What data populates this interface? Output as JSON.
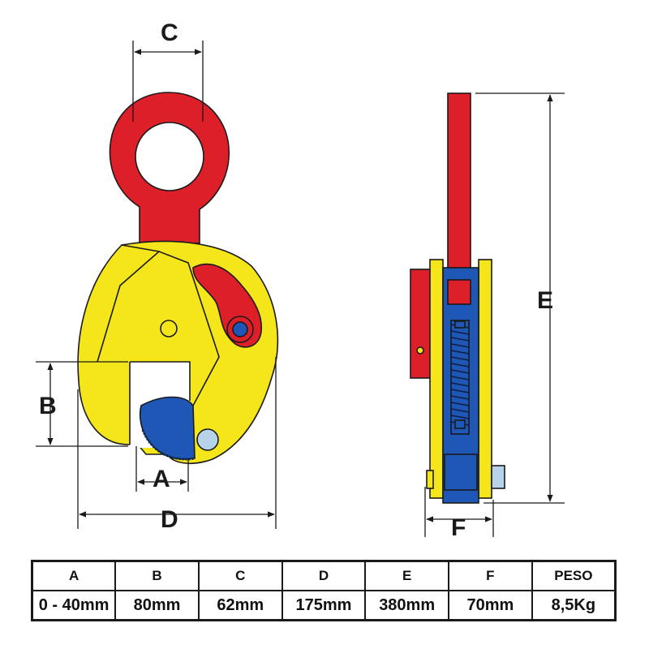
{
  "labels": {
    "A": "A",
    "B": "B",
    "C": "C",
    "D": "D",
    "E": "E",
    "F": "F"
  },
  "colors": {
    "body": "#f5e61c",
    "eye": "#dd1f2a",
    "cam": "#1e57b5",
    "outline": "#1a1a1a",
    "pin": "#b7d3ea"
  },
  "spec_table": {
    "headers": [
      "A",
      "B",
      "C",
      "D",
      "E",
      "F",
      "PESO"
    ],
    "values": [
      "0 - 40mm",
      "80mm",
      "62mm",
      "175mm",
      "380mm",
      "70mm",
      "8,5Kg"
    ]
  }
}
